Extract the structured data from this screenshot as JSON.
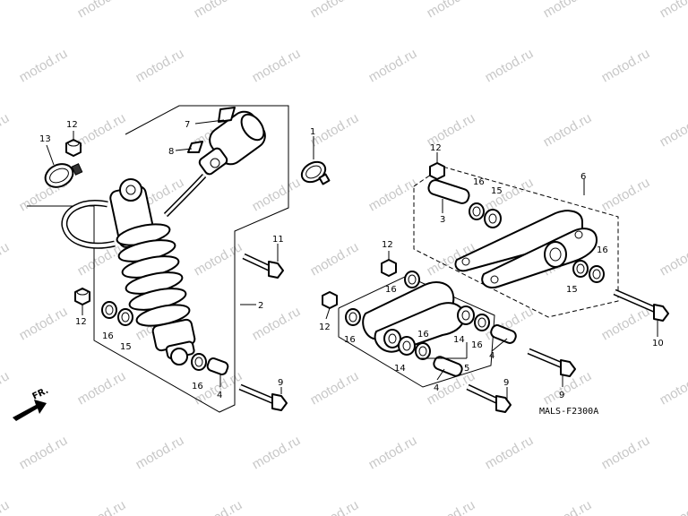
{
  "watermark": "motod.ru",
  "diagram_code": "MALS-F2300A",
  "direction": "FR.",
  "callouts": {
    "c1": "1",
    "c2": "2",
    "c3": "3",
    "c4a": "4",
    "c4b": "4",
    "c4c": "4",
    "c5": "5",
    "c6": "6",
    "c7": "7",
    "c8": "8",
    "c9a": "9",
    "c9b": "9",
    "c9c": "9",
    "c10": "10",
    "c11": "11",
    "c12a": "12",
    "c12b": "12",
    "c12c": "12",
    "c12d": "12",
    "c12e": "12",
    "c13": "13",
    "c14a": "14",
    "c14b": "14",
    "c15a": "15",
    "c15b": "15",
    "c15c": "15",
    "c16a": "16",
    "c16b": "16",
    "c16c": "16",
    "c16d": "16",
    "c16e": "16",
    "c16f": "16",
    "c16g": "16",
    "c16h": "16"
  }
}
